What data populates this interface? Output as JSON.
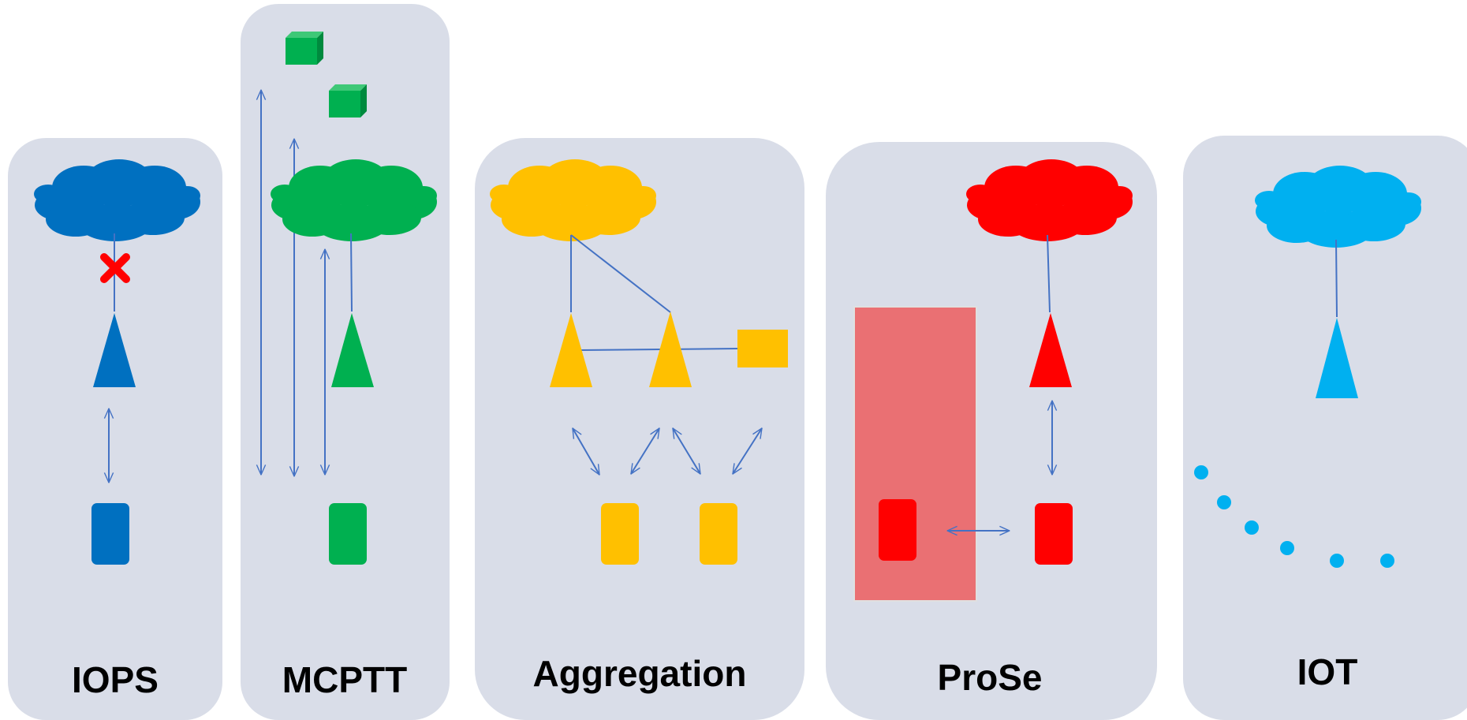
{
  "colors": {
    "panel_bg": "#d9dde8",
    "connector": "#4472c4",
    "iops": "#0070c0",
    "mcptt": "#00b050",
    "mcptt_dark": "#008a3e",
    "aggregation": "#ffc000",
    "prose": "#ff0000",
    "prose_zone": "#ea7073",
    "iot": "#00b0f0"
  },
  "panels": [
    {
      "id": "iops",
      "label": "IOPS",
      "icons": [
        "cloud-icon",
        "blocked-link-icon",
        "base-station-icon",
        "device-icon"
      ]
    },
    {
      "id": "mcptt",
      "label": "MCPTT",
      "icons": [
        "cloud-icon",
        "group-member-icon",
        "base-station-icon",
        "device-icon"
      ]
    },
    {
      "id": "aggregation",
      "label": "Aggregation",
      "icons": [
        "cloud-icon",
        "base-station-icon",
        "relay-node-icon",
        "device-icon"
      ]
    },
    {
      "id": "prose",
      "label": "ProSe",
      "icons": [
        "cloud-icon",
        "base-station-icon",
        "off-network-zone",
        "device-icon"
      ]
    },
    {
      "id": "iot",
      "label": "IOT",
      "icons": [
        "cloud-icon",
        "base-station-icon",
        "sensor-dot-icon"
      ]
    }
  ]
}
